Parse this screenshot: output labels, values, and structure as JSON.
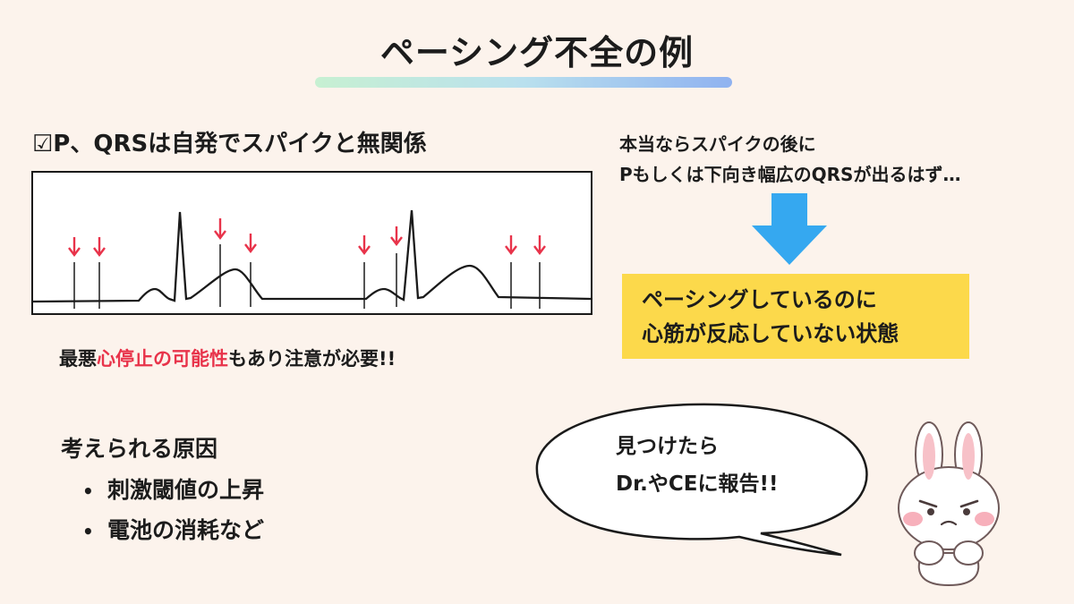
{
  "title": "ペーシング不全の例",
  "left_panel": {
    "check_note": "☑P、QRSは自発でスパイクと無関係",
    "warning_prefix": "最悪",
    "warning_highlight": "心停止の可能性",
    "warning_suffix": "もあり注意が必要!!"
  },
  "right_panel": {
    "expectation_line1": "本当ならスパイクの後に",
    "expectation_line2": "Pもしくは下向き幅広のQRSが出るはず…",
    "state_line1": "ペーシングしているのに",
    "state_line2": "心筋が反応していない状態"
  },
  "causes": {
    "title": "考えられる原因",
    "items": [
      "刺激閾値の上昇",
      "電池の消耗など"
    ],
    "bullet": "•"
  },
  "speech_bubble": {
    "line1": "見つけたら",
    "line2": "Dr.やCEに報告!!"
  },
  "colors": {
    "background": "#fcf3ec",
    "highlight_red": "#e8334a",
    "arrow_blue": "#35a8f0",
    "state_box_yellow": "#fcd94b",
    "ecg_marker_red": "#e8334a"
  },
  "icons": {
    "ecg_markers": "red-down-arrow-icon",
    "flow_arrow": "blue-down-arrow-icon",
    "mascot": "worried-bunny-icon"
  }
}
